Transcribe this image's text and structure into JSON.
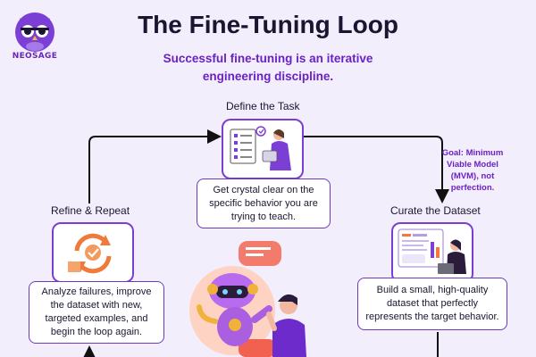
{
  "brand": {
    "logo_text": "NEOSAGE"
  },
  "title": "The Fine-Tuning Loop",
  "subtitle": "Successful fine-tuning is an iterative engineering discipline.",
  "steps": {
    "define": {
      "label": "Define the Task",
      "text": "Get crystal clear on the specific behavior you are trying to teach.",
      "icon": "checklist-person-icon"
    },
    "curate": {
      "label": "Curate the Dataset",
      "text": "Build a small, high-quality dataset that perfectly represents the target behavior.",
      "icon": "dashboard-person-icon"
    },
    "refine": {
      "label": "Refine & Repeat",
      "text": "Analyze failures, improve the dataset with new, targeted examples, and begin the loop again.",
      "icon": "refresh-cycle-icon"
    }
  },
  "goal_note": "Goal: Minimum Viable Model (MVM), not perfection.",
  "colors": {
    "background": "#f3eefb",
    "accent_purple": "#6b22c4",
    "box_border": "#7a3fd1",
    "orange": "#f07a3a"
  }
}
